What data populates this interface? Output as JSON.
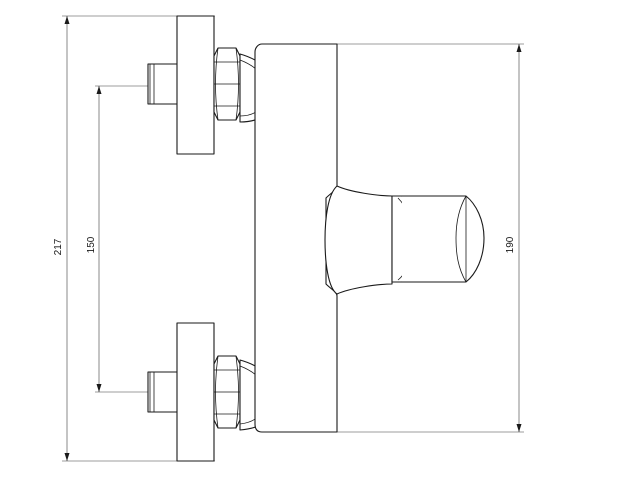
{
  "dimensions": {
    "overall_height": "217",
    "connector_spacing": "150",
    "body_height": "190"
  },
  "colors": {
    "line": "#1a1a1a",
    "background": "#ffffff"
  }
}
